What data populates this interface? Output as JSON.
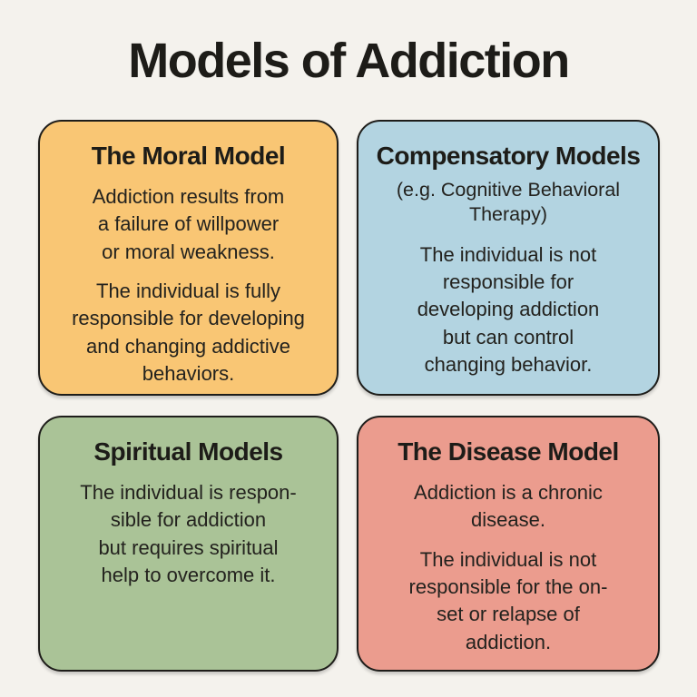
{
  "title": "Models of Addiction",
  "colors": {
    "background": "#f4f2ed",
    "border": "#1e1d1a",
    "text": "#23221e",
    "moral": "#f9c674",
    "compensatory": "#b3d4e1",
    "spiritual": "#aac397",
    "disease": "#eb9c8e"
  },
  "cards": [
    {
      "title": "The Moral Model",
      "paragraphs": [
        "Addiction results from\na failure of willpower\nor moral weakness.",
        "The individual is fully\nresponsible for developing\nand changing addictive\nbehaviors."
      ]
    },
    {
      "title": "Compensatory Models",
      "subtitle": "(e.g. Cognitive Behavioral\nTherapy)",
      "paragraphs": [
        "The individual is not\nresponsible for\ndeveloping addiction\nbut can control\nchanging behavior."
      ]
    },
    {
      "title": "Spiritual Models",
      "paragraphs": [
        "The individual is respon-\nsible for addiction\nbut requires spiritual\nhelp to overcome it."
      ]
    },
    {
      "title": "The Disease Model",
      "paragraphs": [
        "Addiction is a chronic\ndisease.",
        "The individual is not\nresponsible for the on-\nset or relapse of\naddiction."
      ]
    }
  ]
}
